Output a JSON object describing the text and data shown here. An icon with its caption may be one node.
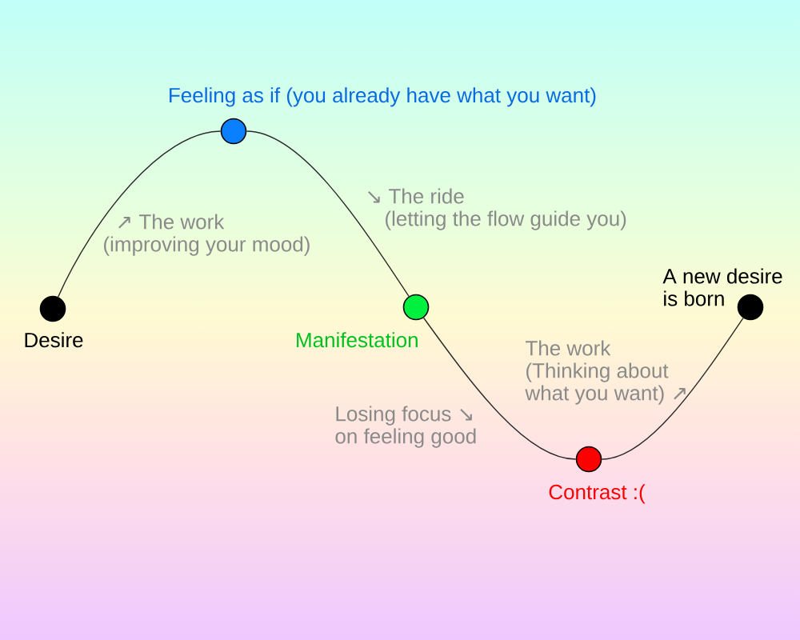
{
  "diagram": {
    "nodes": [
      {
        "text": [],
        "shape": "circle",
        "beside": [
          "Desire"
        ]
      },
      {
        "text": [],
        "shape": "circle",
        "beside": [
          "Feeling as if (you already have what you want)"
        ]
      },
      {
        "text": [],
        "shape": "circle",
        "beside": [
          "Manifestation"
        ]
      },
      {
        "text": [],
        "shape": "circle",
        "beside": [
          "Contrast :("
        ]
      },
      {
        "text": [],
        "shape": "circle",
        "beside": [
          "A new desire is born"
        ]
      }
    ],
    "edges": [
      {
        "from": 0,
        "to": 1,
        "arrow": "none",
        "label": "↗ The work (improving your mood)"
      },
      {
        "from": 1,
        "to": 2,
        "arrow": "none",
        "label": "↘ The ride (letting the flow guide you)"
      },
      {
        "from": 2,
        "to": 3,
        "arrow": "none",
        "label": "Losing focus ↘ on feeling good"
      },
      {
        "from": 3,
        "to": 4,
        "arrow": "none",
        "label": "The work (Thinking about what you want) ↗"
      }
    ]
  }
}
